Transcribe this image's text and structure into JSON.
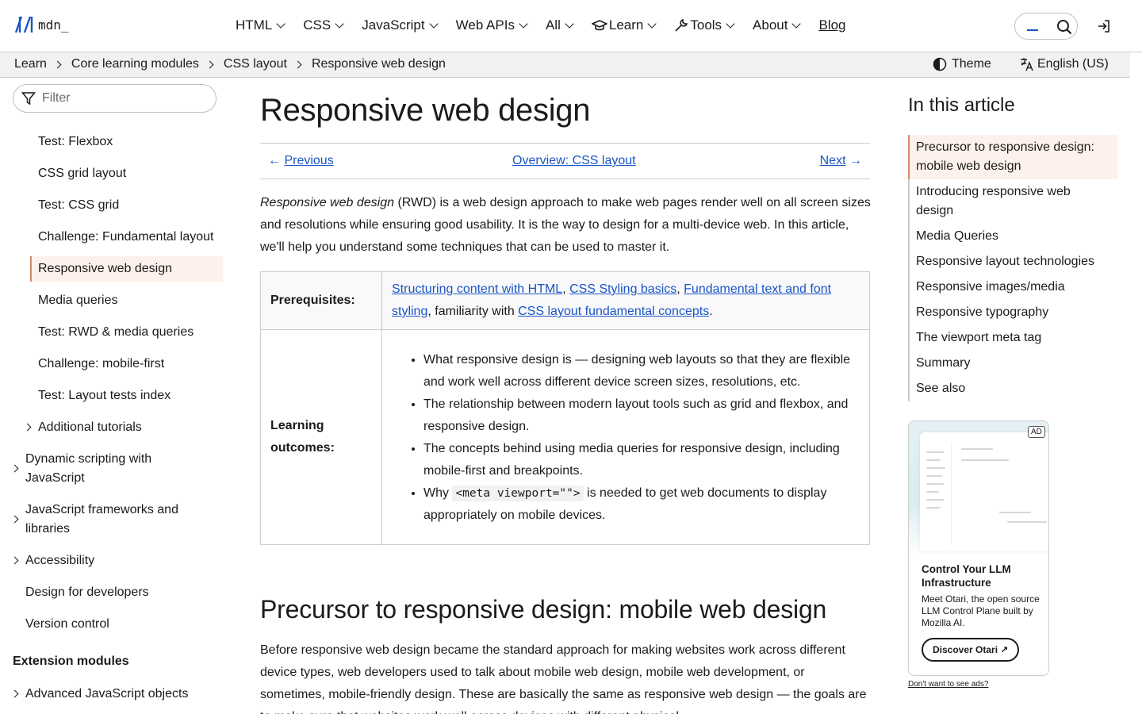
{
  "header": {
    "logo_text": "mdn_",
    "menu": [
      {
        "label": "HTML",
        "icon": ""
      },
      {
        "label": "CSS",
        "icon": ""
      },
      {
        "label": "JavaScript",
        "icon": ""
      },
      {
        "label": "Web APIs",
        "icon": ""
      },
      {
        "label": "All",
        "icon": ""
      },
      {
        "label": "Learn",
        "icon": "graduation-cap-icon"
      },
      {
        "label": "Tools",
        "icon": "wrench-icon"
      },
      {
        "label": "About",
        "icon": ""
      }
    ],
    "blog_label": "Blog"
  },
  "breadcrumb": {
    "items": [
      "Learn",
      "Core learning modules",
      "CSS layout",
      "Responsive web design"
    ],
    "theme_label": "Theme",
    "language_label": "English (US)"
  },
  "sidebar": {
    "filter_placeholder": "Filter",
    "items": [
      "Test: Flexbox",
      "CSS grid layout",
      "Test: CSS grid",
      "Challenge: Fundamental layout",
      "Responsive web design",
      "Media queries",
      "Test: RWD & media queries",
      "Challenge: mobile-first",
      "Test: Layout tests index"
    ],
    "groups": [
      "Additional tutorials",
      "Dynamic scripting with JavaScript",
      "JavaScript frameworks and libraries",
      "Accessibility",
      "Design for developers",
      "Version control"
    ],
    "extension_heading": "Extension modules",
    "extension_items": [
      "Advanced JavaScript objects"
    ]
  },
  "article": {
    "title": "Responsive web design",
    "pager": {
      "previous": "Previous",
      "overview": "Overview: CSS layout",
      "next": "Next"
    },
    "intro_em": "Responsive web design",
    "intro_rest": " (RWD) is a web design approach to make web pages render well on all screen sizes and resolutions while ensuring good usability. It is the way to design for a multi-device web. In this article, we'll help you understand some techniques that can be used to master it.",
    "prerequisites_label": "Prerequisites:",
    "prereq_links": [
      "Structuring content with HTML",
      "CSS Styling basics",
      "Fundamental text and font styling",
      "CSS layout fundamental concepts"
    ],
    "prereq_sep1": ", ",
    "prereq_sep2": ", ",
    "prereq_mid": ", familiarity with ",
    "prereq_end": ".",
    "outcomes_label": "Learning outcomes:",
    "outcomes": [
      "What responsive design is — designing web layouts so that they are flexible and work well across different device screen sizes, resolutions, etc.",
      "The relationship between modern layout tools such as grid and flexbox, and responsive design.",
      "The concepts behind using media queries for responsive design, including mobile-first and breakpoints."
    ],
    "outcome_last_pre": "Why ",
    "outcome_last_code": "<meta viewport=\"\">",
    "outcome_last_post": " is needed to get web documents to display appropriately on mobile devices.",
    "h2": "Precursor to responsive design: mobile web design",
    "para2": "Before responsive web design became the standard approach for making websites work across different device types, web developers used to talk about mobile web design, mobile web development, or sometimes, mobile-friendly design. These are basically the same as responsive web design — the goals are to make sure that websites work well across devices with different physical"
  },
  "toc": {
    "title": "In this article",
    "items": [
      "Precursor to responsive design: mobile web design",
      "Introducing responsive web design",
      "Media Queries",
      "Responsive layout technologies",
      "Responsive images/media",
      "Responsive typography",
      "The viewport meta tag",
      "Summary",
      "See also"
    ]
  },
  "ad": {
    "badge": "AD",
    "title": "Control Your LLM Infrastructure",
    "description": "Meet Otari, the open source LLM Control Plane built by Mozilla AI.",
    "cta": "Discover Otari",
    "no_ads": "Don't want to see ads?"
  },
  "colors": {
    "link": "#1a55c4",
    "active_bg": "#fdf1eb",
    "active_border": "#d48a6a"
  }
}
